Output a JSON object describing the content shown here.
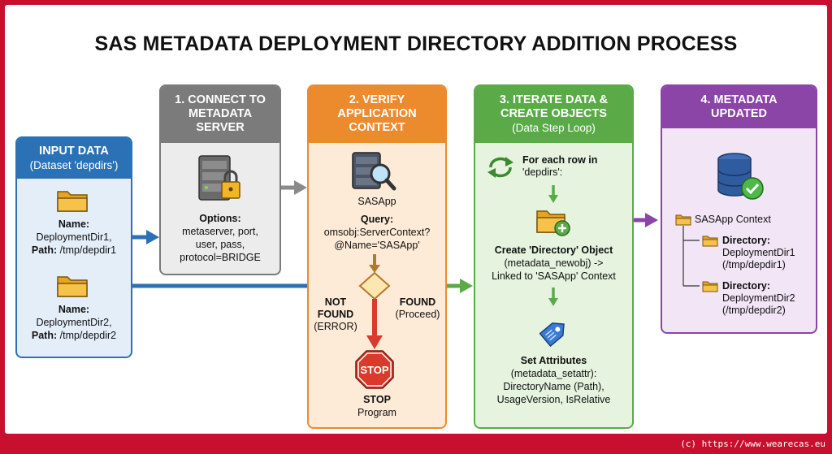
{
  "title": "SAS METADATA DEPLOYMENT DIRECTORY ADDITION PROCESS",
  "input": {
    "heading": "INPUT DATA",
    "subheading": "(Dataset 'depdirs')",
    "rows": [
      {
        "name_label": "Name:",
        "name_value": "DeploymentDir1,",
        "path_label": "Path:",
        "path_value": "/tmp/depdir1"
      },
      {
        "name_label": "Name:",
        "name_value": "DeploymentDir2,",
        "path_label": "Path:",
        "path_value": "/tmp/depdir2"
      }
    ]
  },
  "step1": {
    "heading_line1": "1. CONNECT TO",
    "heading_line2": "METADATA",
    "heading_line3": "SERVER",
    "options_label": "Options:",
    "options_line1": "metaserver, port,",
    "options_line2": "user, pass,",
    "options_line3": "protocol=BRIDGE"
  },
  "step2": {
    "heading_line1": "2. VERIFY",
    "heading_line2": "APPLICATION",
    "heading_line3": "CONTEXT",
    "server_label": "SASApp",
    "query_label": "Query:",
    "query_line1": "omsobj:ServerContext?",
    "query_line2": "@Name='SASApp'",
    "not_found_line1": "NOT",
    "not_found_line2": "FOUND",
    "not_found_line3": "(ERROR)",
    "found_line1": "FOUND",
    "found_line2": "(Proceed)",
    "stop_sign_text": "STOP",
    "stop_label": "STOP",
    "stop_sub": "Program"
  },
  "step3": {
    "heading_line1": "3. ITERATE DATA &",
    "heading_line2": "CREATE OBJECTS",
    "heading_sub": "(Data Step Loop)",
    "loop_line1": "For each row in",
    "loop_line2": "'depdirs':",
    "create_title": "Create 'Directory' Object",
    "create_line1": "(metadata_newobj) ->",
    "create_line2": "Linked to 'SASApp' Context",
    "attr_title": "Set Attributes",
    "attr_line1": "(metadata_setattr):",
    "attr_line2": "DirectoryName (Path),",
    "attr_line3": "UsageVersion, IsRelative"
  },
  "step4": {
    "heading_line1": "4. METADATA",
    "heading_line2": "UPDATED",
    "context_label": "SASApp Context",
    "dirs": [
      {
        "label": "Directory:",
        "name": "DeploymentDir1",
        "path": "(/tmp/depdir1)"
      },
      {
        "label": "Directory:",
        "name": "DeploymentDir2",
        "path": "(/tmp/depdir2)"
      }
    ]
  },
  "footer": "(c) https://www.wearecas.eu",
  "colors": {
    "border_red": "#c8102e",
    "input_blue": "#2a72b5",
    "step1_gray": "#7b7b7b",
    "step2_orange": "#ec8a2e",
    "step3_green": "#5aab48",
    "step4_purple": "#8b45a6",
    "stop_red": "#d93a2b"
  }
}
